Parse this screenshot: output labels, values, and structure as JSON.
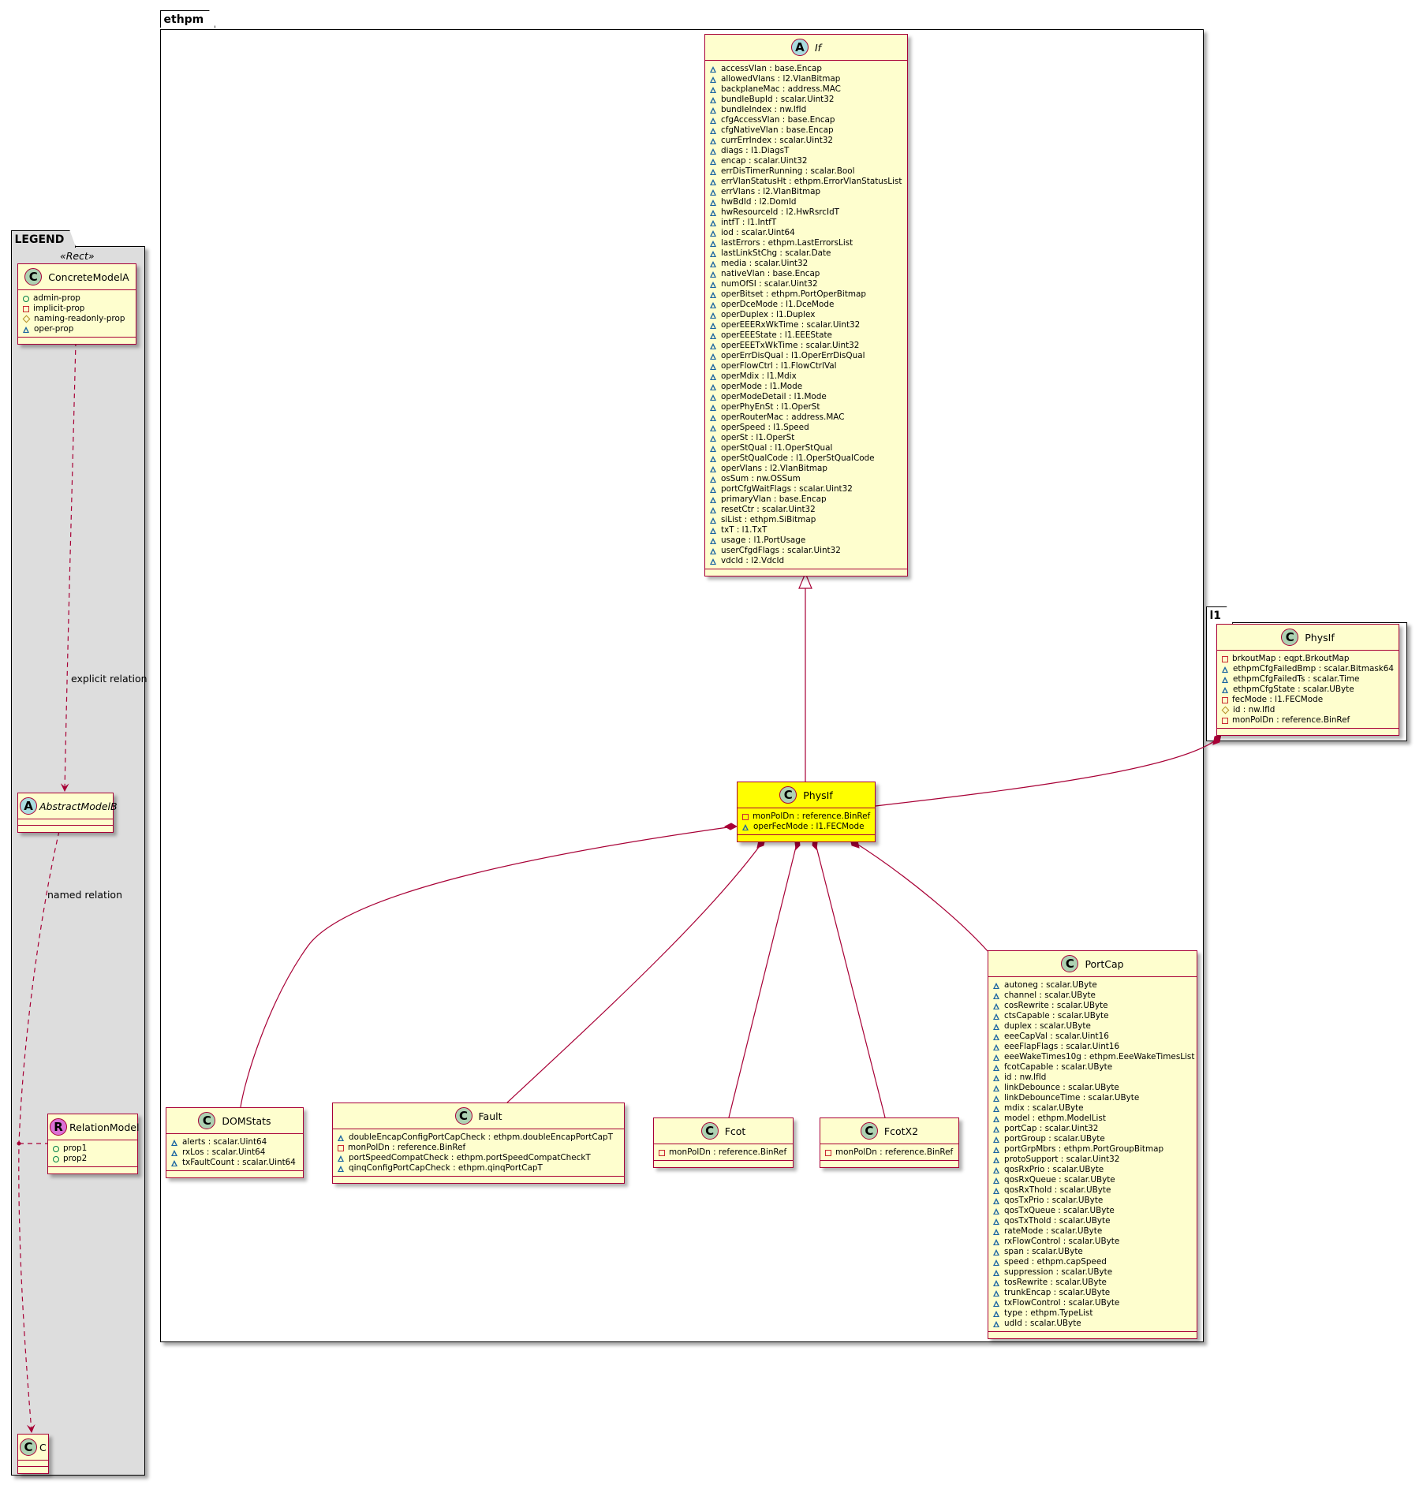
{
  "colors": {
    "class_fill": "#FEFECE",
    "class_border": "#A80036",
    "highlight_fill": "#FFFF00",
    "legend_bg": "#DDDDDD",
    "oper": "#1963A0",
    "implicit": "#C82930",
    "admin": "#038048",
    "naming": "#B38D22"
  },
  "packages": {
    "ethpm": "ethpm",
    "legend": "LEGEND",
    "l1": "l1"
  },
  "legend": {
    "stereotype": "«Rect»",
    "explicit_relation": "explicit relation",
    "named_relation": "named relation"
  },
  "classes": {
    "If": {
      "name": "If",
      "kind": "A",
      "members": [
        [
          "oper",
          "accessVlan : base.Encap"
        ],
        [
          "oper",
          "allowedVlans : l2.VlanBitmap"
        ],
        [
          "oper",
          "backplaneMac : address.MAC"
        ],
        [
          "oper",
          "bundleBupId : scalar.Uint32"
        ],
        [
          "oper",
          "bundleIndex : nw.IfId"
        ],
        [
          "oper",
          "cfgAccessVlan : base.Encap"
        ],
        [
          "oper",
          "cfgNativeVlan : base.Encap"
        ],
        [
          "oper",
          "currErrIndex : scalar.Uint32"
        ],
        [
          "oper",
          "diags : l1.DiagsT"
        ],
        [
          "oper",
          "encap : scalar.Uint32"
        ],
        [
          "oper",
          "errDisTimerRunning : scalar.Bool"
        ],
        [
          "oper",
          "errVlanStatusHt : ethpm.ErrorVlanStatusList"
        ],
        [
          "oper",
          "errVlans : l2.VlanBitmap"
        ],
        [
          "oper",
          "hwBdId : l2.DomId"
        ],
        [
          "oper",
          "hwResourceId : l2.HwRsrcIdT"
        ],
        [
          "oper",
          "intfT : l1.IntfT"
        ],
        [
          "oper",
          "iod : scalar.Uint64"
        ],
        [
          "oper",
          "lastErrors : ethpm.LastErrorsList"
        ],
        [
          "oper",
          "lastLinkStChg : scalar.Date"
        ],
        [
          "oper",
          "media : scalar.Uint32"
        ],
        [
          "oper",
          "nativeVlan : base.Encap"
        ],
        [
          "oper",
          "numOfSI : scalar.Uint32"
        ],
        [
          "oper",
          "operBitset : ethpm.PortOperBitmap"
        ],
        [
          "oper",
          "operDceMode : l1.DceMode"
        ],
        [
          "oper",
          "operDuplex : l1.Duplex"
        ],
        [
          "oper",
          "operEEERxWkTime : scalar.Uint32"
        ],
        [
          "oper",
          "operEEEState : l1.EEEState"
        ],
        [
          "oper",
          "operEEETxWkTime : scalar.Uint32"
        ],
        [
          "oper",
          "operErrDisQual : l1.OperErrDisQual"
        ],
        [
          "oper",
          "operFlowCtrl : l1.FlowCtrlVal"
        ],
        [
          "oper",
          "operMdix : l1.Mdix"
        ],
        [
          "oper",
          "operMode : l1.Mode"
        ],
        [
          "oper",
          "operModeDetail : l1.Mode"
        ],
        [
          "oper",
          "operPhyEnSt : l1.OperSt"
        ],
        [
          "oper",
          "operRouterMac : address.MAC"
        ],
        [
          "oper",
          "operSpeed : l1.Speed"
        ],
        [
          "oper",
          "operSt : l1.OperSt"
        ],
        [
          "oper",
          "operStQual : l1.OperStQual"
        ],
        [
          "oper",
          "operStQualCode : l1.OperStQualCode"
        ],
        [
          "oper",
          "operVlans : l2.VlanBitmap"
        ],
        [
          "oper",
          "osSum : nw.OSSum"
        ],
        [
          "oper",
          "portCfgWaitFlags : scalar.Uint32"
        ],
        [
          "oper",
          "primaryVlan : base.Encap"
        ],
        [
          "oper",
          "resetCtr : scalar.Uint32"
        ],
        [
          "oper",
          "siList : ethpm.SiBitmap"
        ],
        [
          "oper",
          "txT : l1.TxT"
        ],
        [
          "oper",
          "usage : l1.PortUsage"
        ],
        [
          "oper",
          "userCfgdFlags : scalar.Uint32"
        ],
        [
          "oper",
          "vdcId : l2.VdcId"
        ]
      ]
    },
    "PhysIf": {
      "name": "PhysIf",
      "kind": "C",
      "highlight": true,
      "members": [
        [
          "implicit",
          "monPolDn : reference.BinRef"
        ],
        [
          "oper",
          "operFecMode : l1.FECMode"
        ]
      ]
    },
    "L1PhysIf": {
      "name": "PhysIf",
      "kind": "C",
      "members": [
        [
          "implicit",
          "brkoutMap : eqpt.BrkoutMap"
        ],
        [
          "oper",
          "ethpmCfgFailedBmp : scalar.Bitmask64"
        ],
        [
          "oper",
          "ethpmCfgFailedTs : scalar.Time"
        ],
        [
          "oper",
          "ethpmCfgState : scalar.UByte"
        ],
        [
          "implicit",
          "fecMode : l1.FECMode"
        ],
        [
          "naming",
          "id : nw.IfId"
        ],
        [
          "implicit",
          "monPolDn : reference.BinRef"
        ]
      ]
    },
    "DOMStats": {
      "name": "DOMStats",
      "kind": "C",
      "members": [
        [
          "oper",
          "alerts : scalar.Uint64"
        ],
        [
          "oper",
          "rxLos : scalar.Uint64"
        ],
        [
          "oper",
          "txFaultCount : scalar.Uint64"
        ]
      ]
    },
    "Fault": {
      "name": "Fault",
      "kind": "C",
      "members": [
        [
          "oper",
          "doubleEncapConfigPortCapCheck : ethpm.doubleEncapPortCapT"
        ],
        [
          "implicit",
          "monPolDn : reference.BinRef"
        ],
        [
          "oper",
          "portSpeedCompatCheck : ethpm.portSpeedCompatCheckT"
        ],
        [
          "oper",
          "qinqConfigPortCapCheck : ethpm.qinqPortCapT"
        ]
      ]
    },
    "Fcot": {
      "name": "Fcot",
      "kind": "C",
      "members": [
        [
          "implicit",
          "monPolDn : reference.BinRef"
        ]
      ]
    },
    "FcotX2": {
      "name": "FcotX2",
      "kind": "C",
      "members": [
        [
          "implicit",
          "monPolDn : reference.BinRef"
        ]
      ]
    },
    "PortCap": {
      "name": "PortCap",
      "kind": "C",
      "members": [
        [
          "oper",
          "autoneg : scalar.UByte"
        ],
        [
          "oper",
          "channel : scalar.UByte"
        ],
        [
          "oper",
          "cosRewrite : scalar.UByte"
        ],
        [
          "oper",
          "ctsCapable : scalar.UByte"
        ],
        [
          "oper",
          "duplex : scalar.UByte"
        ],
        [
          "oper",
          "eeeCapVal : scalar.Uint16"
        ],
        [
          "oper",
          "eeeFlapFlags : scalar.Uint16"
        ],
        [
          "oper",
          "eeeWakeTimes10g : ethpm.EeeWakeTimesList"
        ],
        [
          "oper",
          "fcotCapable : scalar.UByte"
        ],
        [
          "oper",
          "id : nw.IfId"
        ],
        [
          "oper",
          "linkDebounce : scalar.UByte"
        ],
        [
          "oper",
          "linkDebounceTime : scalar.UByte"
        ],
        [
          "oper",
          "mdix : scalar.UByte"
        ],
        [
          "oper",
          "model : ethpm.ModelList"
        ],
        [
          "oper",
          "portCap : scalar.Uint32"
        ],
        [
          "oper",
          "portGroup : scalar.UByte"
        ],
        [
          "oper",
          "portGrpMbrs : ethpm.PortGroupBitmap"
        ],
        [
          "oper",
          "protoSupport : scalar.Uint32"
        ],
        [
          "oper",
          "qosRxPrio : scalar.UByte"
        ],
        [
          "oper",
          "qosRxQueue : scalar.UByte"
        ],
        [
          "oper",
          "qosRxThold : scalar.UByte"
        ],
        [
          "oper",
          "qosTxPrio : scalar.UByte"
        ],
        [
          "oper",
          "qosTxQueue : scalar.UByte"
        ],
        [
          "oper",
          "qosTxThold : scalar.UByte"
        ],
        [
          "oper",
          "rateMode : scalar.UByte"
        ],
        [
          "oper",
          "rxFlowControl : scalar.UByte"
        ],
        [
          "oper",
          "span : scalar.UByte"
        ],
        [
          "oper",
          "speed : ethpm.capSpeed"
        ],
        [
          "oper",
          "suppression : scalar.UByte"
        ],
        [
          "oper",
          "tosRewrite : scalar.UByte"
        ],
        [
          "oper",
          "trunkEncap : scalar.UByte"
        ],
        [
          "oper",
          "txFlowControl : scalar.UByte"
        ],
        [
          "oper",
          "type : ethpm.TypeList"
        ],
        [
          "oper",
          "udId : scalar.UByte"
        ]
      ]
    },
    "ConcreteModelA": {
      "name": "ConcreteModelA",
      "kind": "C",
      "members": [
        [
          "admin",
          "admin-prop"
        ],
        [
          "implicit",
          "implicit-prop"
        ],
        [
          "naming",
          "naming-readonly-prop"
        ],
        [
          "oper",
          "oper-prop"
        ]
      ]
    },
    "AbstractModelB": {
      "name": "AbstractModelB",
      "kind": "A",
      "members": []
    },
    "RelationModel": {
      "name": "RelationModel",
      "kind": "R",
      "members": [
        [
          "admin",
          "prop1"
        ],
        [
          "admin",
          "prop2"
        ]
      ]
    },
    "C": {
      "name": "C",
      "kind": "C",
      "members": []
    }
  }
}
